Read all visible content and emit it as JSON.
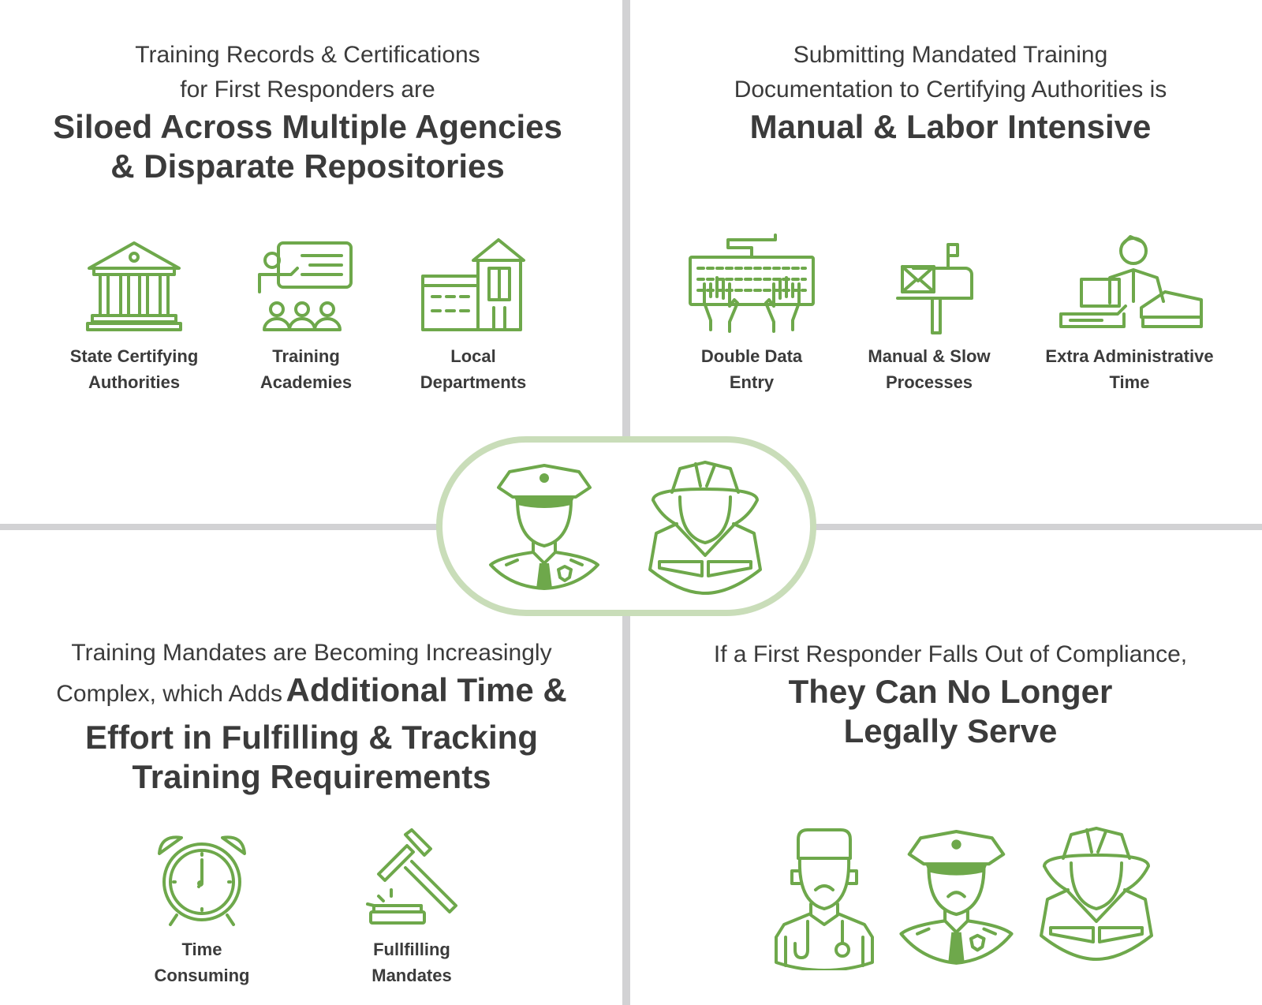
{
  "quadrants": {
    "top_left": {
      "intro_line1": "Training Records & Certifications",
      "intro_line2": "for First Responders are",
      "headline_line1": "Siloed Across Multiple Agencies",
      "headline_line2": "& Disparate Repositories",
      "items": [
        {
          "icon": "government-building-icon",
          "label_line1": "State Certifying",
          "label_line2": "Authorities"
        },
        {
          "icon": "training-presentation-icon",
          "label_line1": "Training",
          "label_line2": "Academies"
        },
        {
          "icon": "local-building-icon",
          "label_line1": "Local",
          "label_line2": "Departments"
        }
      ]
    },
    "top_right": {
      "intro_line1": "Submitting Mandated Training",
      "intro_line2": "Documentation to Certifying Authorities is",
      "headline_line1": "Manual & Labor Intensive",
      "items": [
        {
          "icon": "keyboard-hands-icon",
          "label_line1": "Double Data",
          "label_line2": "Entry"
        },
        {
          "icon": "mailbox-icon",
          "label_line1": "Manual & Slow",
          "label_line2": "Processes"
        },
        {
          "icon": "overworked-clerk-icon",
          "label_line1": "Extra Administrative",
          "label_line2": "Time"
        }
      ]
    },
    "bottom_left": {
      "intro_line1": "Training Mandates are Becoming Increasingly",
      "intro_line2": "Complex, which Adds",
      "headline_inline": "Additional Time &",
      "headline_line2": "Effort in Fulfilling & Tracking",
      "headline_line3": "Training Requirements",
      "items": [
        {
          "icon": "alarm-clock-icon",
          "label_line1": "Time",
          "label_line2": "Consuming"
        },
        {
          "icon": "gavel-icon",
          "label_line1": "Fullfilling",
          "label_line2": "Mandates"
        }
      ]
    },
    "bottom_right": {
      "intro_line1": "If a First Responder Falls Out of Compliance,",
      "headline_line1": "They Can No Longer",
      "headline_line2": "Legally Serve",
      "figures": [
        "sad-paramedic-icon",
        "sad-police-officer-icon",
        "sad-firefighter-icon"
      ]
    }
  },
  "center": {
    "figures": [
      "police-officer-icon",
      "firefighter-icon"
    ]
  },
  "colors": {
    "accent": "#6ea84b",
    "pill_border": "#c9ddb9",
    "divider": "#d2d2d4",
    "text": "#3b3b3b"
  }
}
